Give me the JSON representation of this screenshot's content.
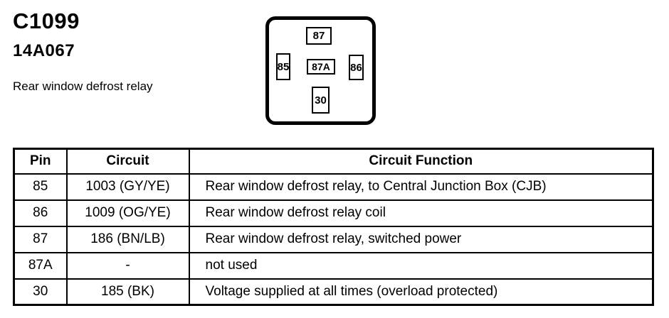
{
  "colors": {
    "ink": "#000000",
    "paper": "#ffffff"
  },
  "header": {
    "connector_id": "C1099",
    "part_number": "14A067",
    "description": "Rear window defrost relay"
  },
  "diagram": {
    "pins": [
      {
        "id": "87"
      },
      {
        "id": "85"
      },
      {
        "id": "87A"
      },
      {
        "id": "86"
      },
      {
        "id": "30"
      }
    ]
  },
  "table": {
    "columns": [
      "Pin",
      "Circuit",
      "Circuit Function"
    ],
    "rows": [
      {
        "pin": "85",
        "circuit": "1003 (GY/YE)",
        "function": "Rear window defrost relay, to Central Junction Box (CJB)"
      },
      {
        "pin": "86",
        "circuit": "1009 (OG/YE)",
        "function": "Rear window defrost relay coil"
      },
      {
        "pin": "87",
        "circuit": "186 (BN/LB)",
        "function": "Rear window defrost relay, switched power"
      },
      {
        "pin": "87A",
        "circuit": "-",
        "function": "not used"
      },
      {
        "pin": "30",
        "circuit": "185 (BK)",
        "function": "Voltage supplied at all times (overload protected)"
      }
    ]
  }
}
